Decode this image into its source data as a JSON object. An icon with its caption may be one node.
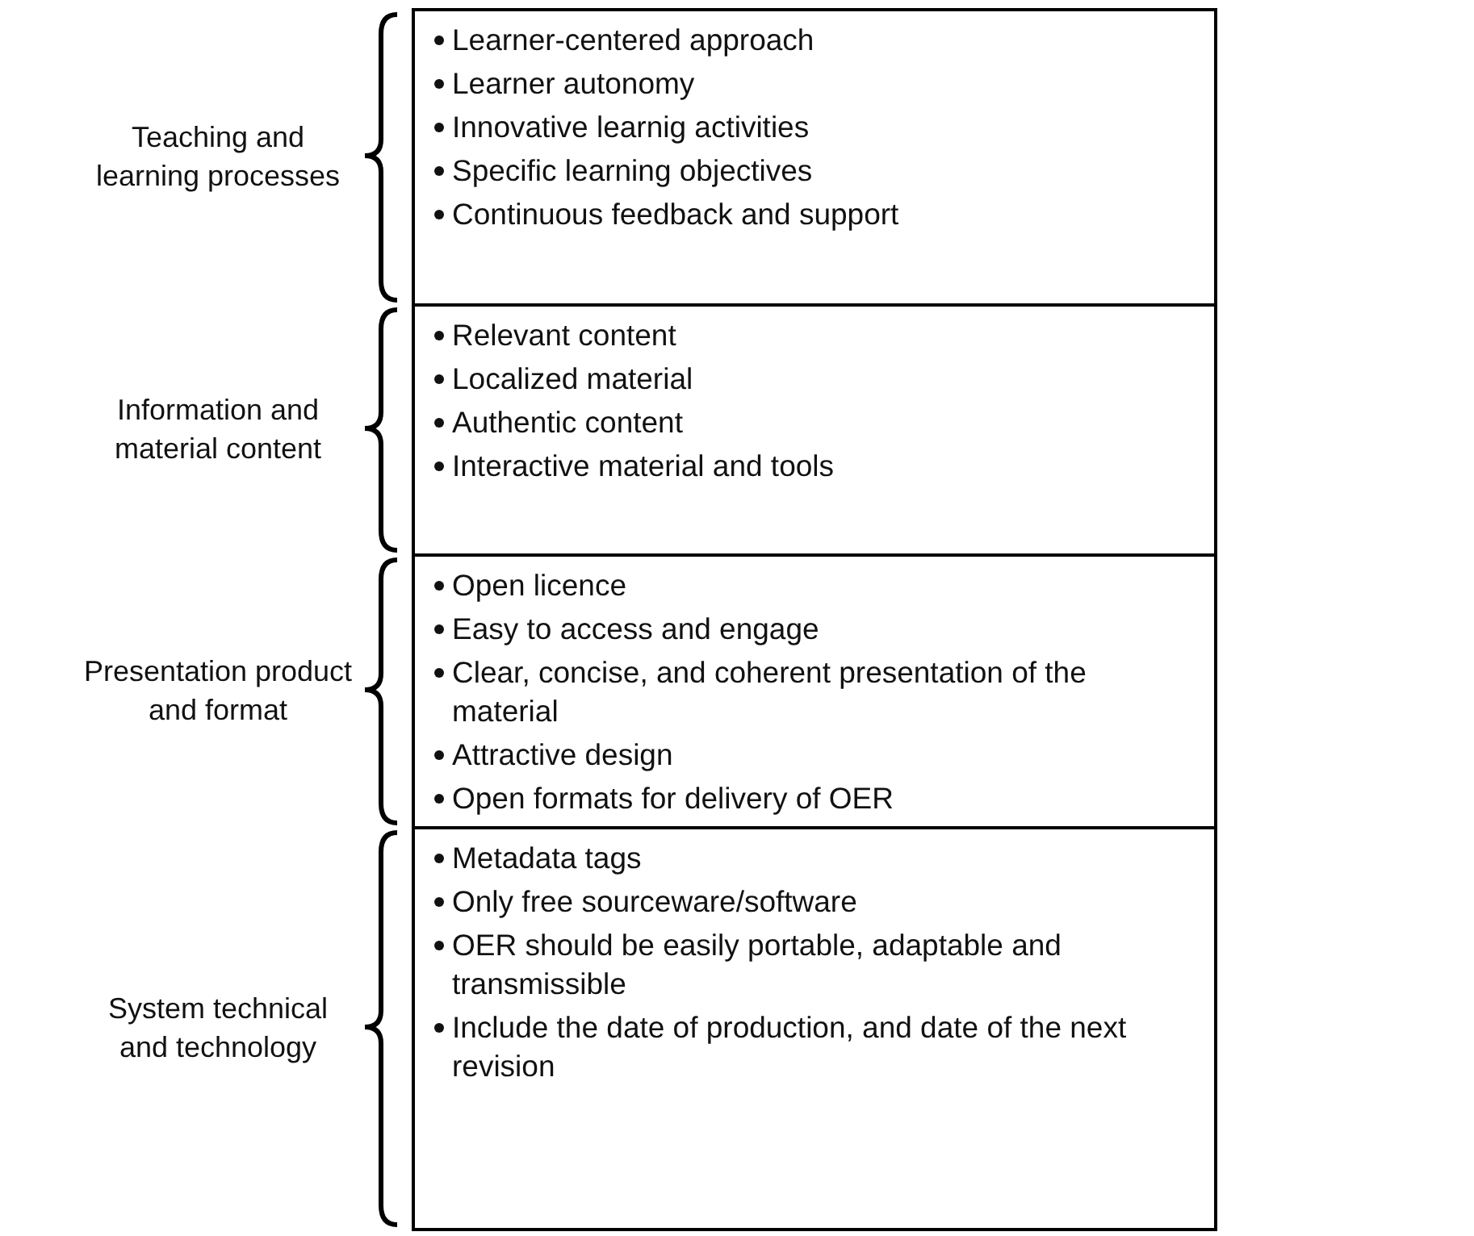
{
  "diagram": {
    "nodes": [
      {
        "text": [
          "Learner-centered approach",
          "Learner autonomy",
          "Innovative learnig activities",
          "Specific learning objectives",
          "Continuous feedback and support"
        ],
        "beside": [
          "Teaching and learning processes"
        ]
      },
      {
        "text": [
          "Relevant content",
          "Localized material",
          "Authentic content",
          "Interactive material and tools"
        ],
        "beside": [
          "Information and material content"
        ]
      },
      {
        "text": [
          "Open licence",
          "Easy to access and engage",
          "Clear, concise, and coherent presentation of the material",
          "Attractive design",
          "Open formats for delivery of OER"
        ],
        "beside": [
          "Presentation product and format"
        ]
      },
      {
        "text": [
          "Metadata tags",
          "Only free sourceware/software",
          "OER should be easily portable, adaptable and transmissible",
          "Include the date of production, and date of the next revision"
        ],
        "beside": [
          "System technical and technology"
        ]
      }
    ]
  }
}
